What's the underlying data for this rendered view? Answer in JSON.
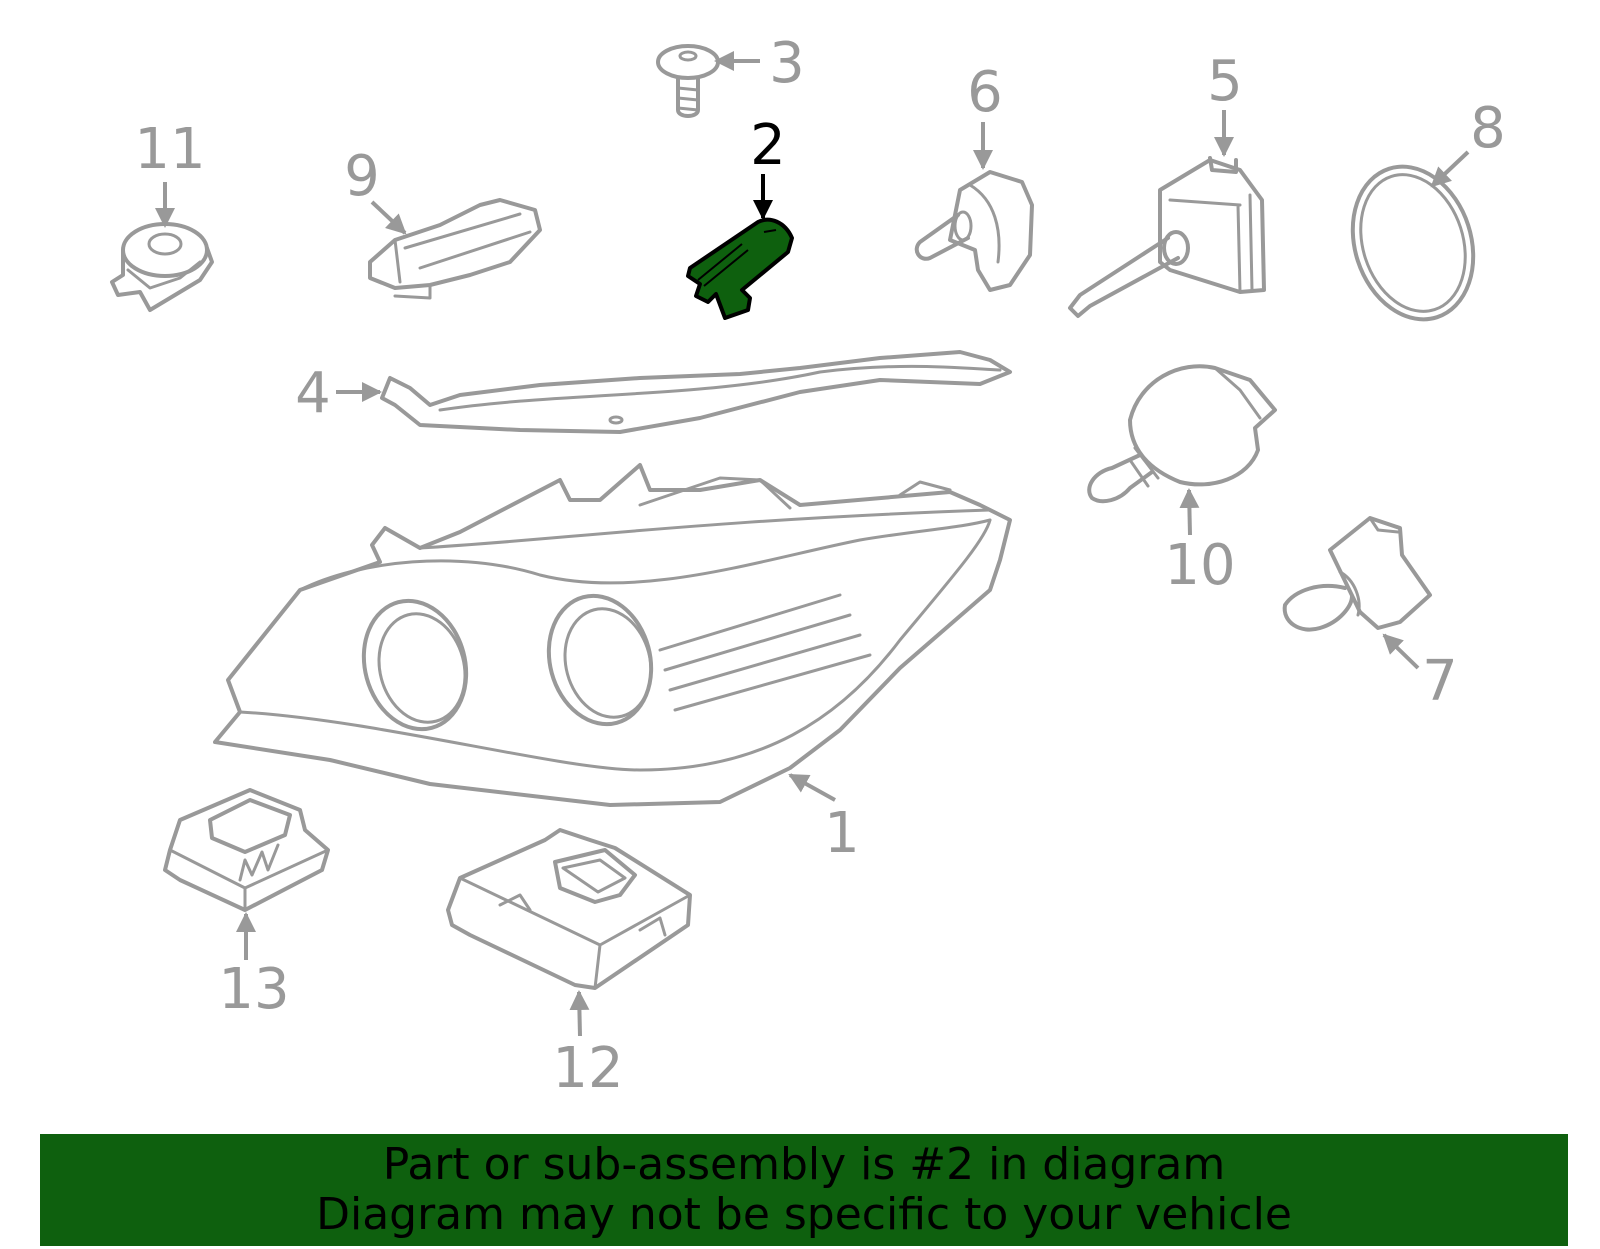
{
  "diagram": {
    "highlight_color": "#0e600e",
    "callouts": {
      "c1": "1",
      "c2": "2",
      "c3": "3",
      "c4": "4",
      "c5": "5",
      "c6": "6",
      "c7": "7",
      "c8": "8",
      "c9": "9",
      "c10": "10",
      "c11": "11",
      "c12": "12",
      "c13": "13"
    }
  },
  "banner": {
    "line1": "Part or sub-assembly is #2 in diagram",
    "line2": "Diagram may not be specific to your vehicle",
    "background": "#0e600e"
  }
}
